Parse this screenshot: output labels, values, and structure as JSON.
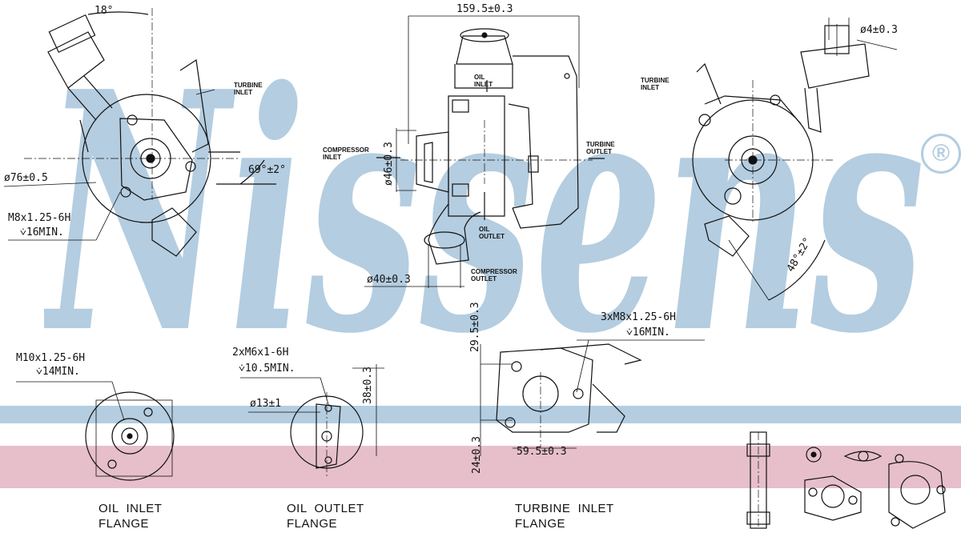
{
  "watermark": {
    "text": "Nissens",
    "color": "#b4cde0",
    "registered": "®"
  },
  "colors": {
    "band_blue": "#b4cde0",
    "band_pink": "#e6bfcb",
    "line": "#111111"
  },
  "dims": {
    "angle_18": "18°",
    "width_159": "159.5±0.3",
    "dia_4": "ø4±0.3",
    "dia_76": "ø76±0.5",
    "angle_69": "69°±2°",
    "thread_m8_a": "M8x1.25-6H",
    "depth_16_a": "⩒16MIN.",
    "dia_46": "ø46±0.3",
    "dia_40": "ø40±0.3",
    "angle_48": "48°±2°",
    "thread_m10": "M10x1.25-6H",
    "depth_14": "⩒14MIN.",
    "thread_m6": "2xM6x1-6H",
    "depth_10": "⩒10.5MIN.",
    "dia_13": "ø13±1",
    "len_38": "38±0.3",
    "len_29": "29.5±0.3",
    "thread_3xm8": "3xM8x1.25-6H",
    "depth_16_b": "⩒16MIN.",
    "len_24": "24±0.3",
    "len_59": "59.5±0.3"
  },
  "ports": {
    "turbine_inlet_left": "TURBINE\nINLET",
    "oil_inlet": "OIL\nINLET",
    "compressor_inlet": "COMPRESSOR\nINLET",
    "turbine_outlet": "TURBINE\nOUTLET",
    "oil_outlet": "OIL\nOUTLET",
    "compressor_outlet": "COMPRESSOR\nOUTLET",
    "turbine_inlet_right": "TURBINE\nINLET"
  },
  "captions": {
    "oil_inlet_flange": "OIL  INLET\nFLANGE",
    "oil_outlet_flange": "OIL  OUTLET\nFLANGE",
    "turbine_inlet_flange": "TURBINE  INLET\nFLANGE"
  }
}
